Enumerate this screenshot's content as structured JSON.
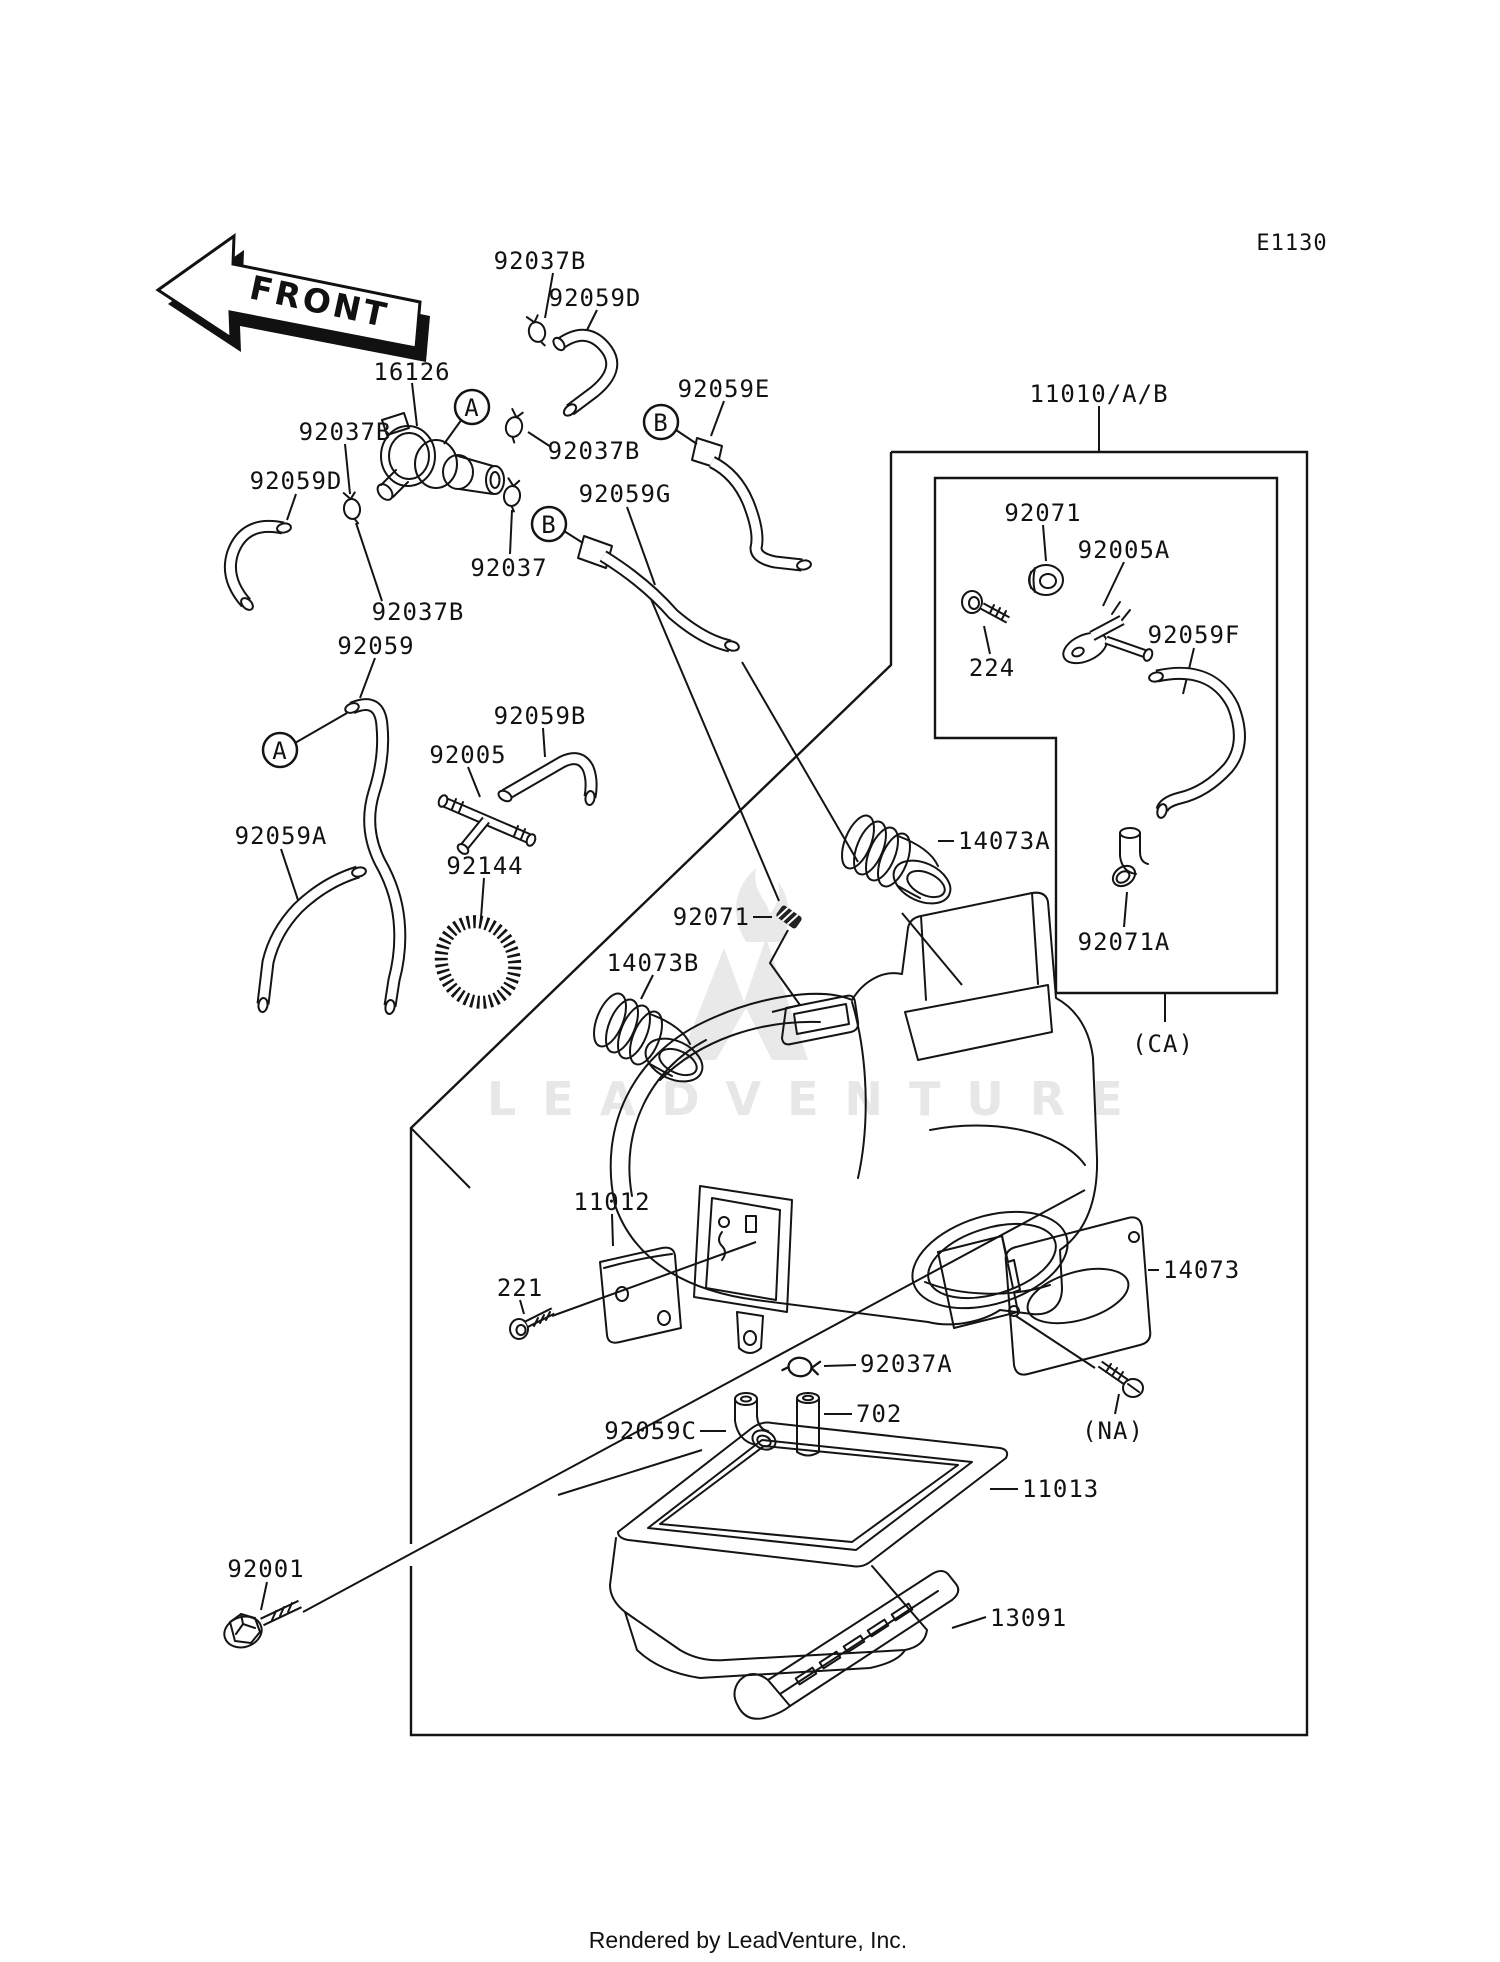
{
  "diagram": {
    "code": "E1130",
    "front_arrow": "FRONT",
    "watermark": "LEADVENTURE",
    "footer": "Rendered by LeadVenture, Inc."
  },
  "callouts": {
    "c92037b_top": "92037B",
    "c92059d_top": "92059D",
    "c16126": "16126",
    "c92037b_left": "92037B",
    "c92059d_left": "92059D",
    "c92037b_mid": "92037B",
    "c92059e": "92059E",
    "c92059g": "92059G",
    "c92037": "92037",
    "c92037b_bottom": "92037B",
    "c92059": "92059",
    "c92005": "92005",
    "c92059b": "92059B",
    "c92059a": "92059A",
    "c92144": "92144",
    "c11010": "11010/A/B",
    "c92071_box": "92071",
    "c92005a": "92005A",
    "c224": "224",
    "c92059f": "92059F",
    "c92071a": "92071A",
    "c_ca": "(CA)",
    "c14073a": "14073A",
    "c92071_mid": "92071",
    "c14073b": "14073B",
    "c11012": "11012",
    "c221": "221",
    "c14073": "14073",
    "c92037a": "92037A",
    "c702": "702",
    "c_na": "(NA)",
    "c92059c": "92059C",
    "c11013": "11013",
    "c13091": "13091",
    "c92001": "92001"
  },
  "markers": {
    "a1": "A",
    "b1": "B",
    "b2": "B",
    "a2": "A"
  }
}
